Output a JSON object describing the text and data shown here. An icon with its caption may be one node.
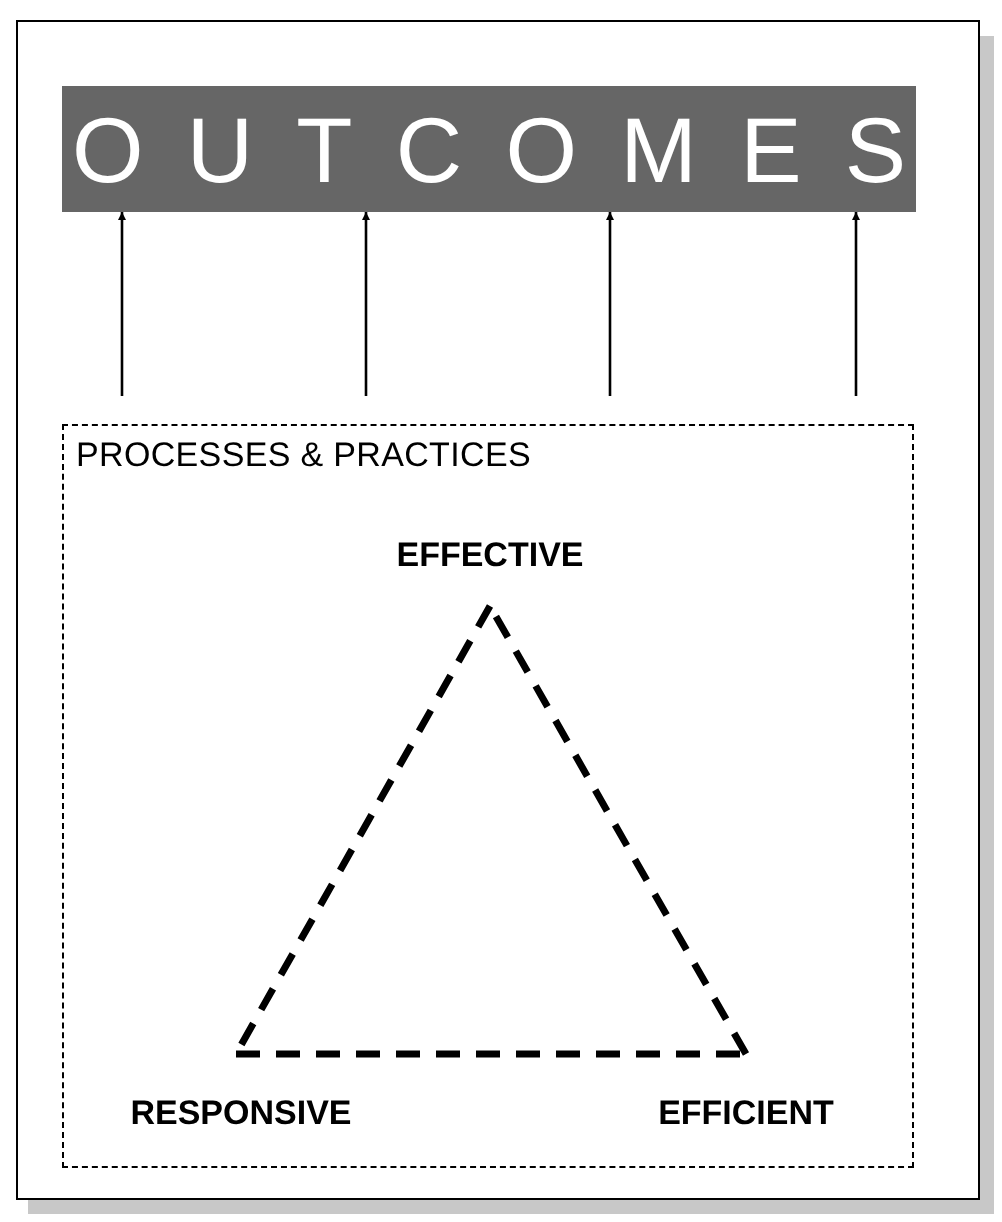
{
  "diagram": {
    "nodes": [
      {
        "text": [
          "OUTCOMES"
        ]
      },
      {
        "text": [
          "PROCESSES & PRACTICES"
        ]
      },
      {
        "text": [
          "EFFECTIVE"
        ],
        "in": 1
      },
      {
        "text": [
          "RESPONSIVE"
        ],
        "in": 1
      },
      {
        "text": [
          "EFFICIENT"
        ],
        "in": 1
      }
    ],
    "edges": [
      {
        "from": null,
        "to": 0,
        "arrow": "to"
      },
      {
        "from": null,
        "to": 0,
        "arrow": "to"
      },
      {
        "from": null,
        "to": 0,
        "arrow": "to"
      },
      {
        "from": null,
        "to": 0,
        "arrow": "to"
      },
      {
        "from": 2,
        "to": 3,
        "arrow": "none",
        "style": "dashed"
      },
      {
        "from": 3,
        "to": 4,
        "arrow": "none",
        "style": "dashed"
      },
      {
        "from": 4,
        "to": 2,
        "arrow": "none",
        "style": "dashed"
      }
    ]
  }
}
